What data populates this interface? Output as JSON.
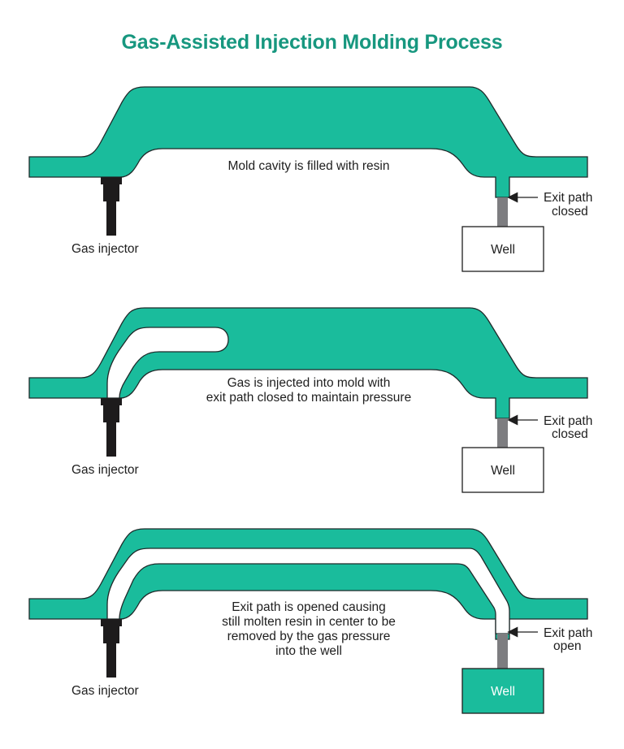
{
  "title": "Gas-Assisted Injection Molding Process",
  "colors": {
    "title": "#17977f",
    "resin": "#1abc9c",
    "outline": "#1e2a2a",
    "injector": "#1d1b1c",
    "exit_path": "#7d7d80",
    "text": "#1e1e1e",
    "well_filled": "#1abc9c",
    "well_empty": "#ffffff"
  },
  "panels": [
    {
      "id": "stage-1",
      "description_lines": [
        "Mold cavity is filled with resin"
      ],
      "injector_label": "Gas injector",
      "exit_label_lines": [
        "Exit path",
        "closed"
      ],
      "well_label": "Well",
      "well_filled": false,
      "gas_channel": "none",
      "exit_state": "closed"
    },
    {
      "id": "stage-2",
      "description_lines": [
        "Gas is injected into mold with",
        "exit path closed to maintain pressure"
      ],
      "injector_label": "Gas injector",
      "exit_label_lines": [
        "Exit path",
        "closed"
      ],
      "well_label": "Well",
      "well_filled": false,
      "gas_channel": "partial",
      "exit_state": "closed"
    },
    {
      "id": "stage-3",
      "description_lines": [
        "Exit path is opened causing",
        "still molten resin in center to be",
        "removed by the gas pressure",
        "into the well"
      ],
      "injector_label": "Gas injector",
      "exit_label_lines": [
        "Exit path",
        "open"
      ],
      "well_label": "Well",
      "well_filled": true,
      "gas_channel": "full",
      "exit_state": "open"
    }
  ]
}
